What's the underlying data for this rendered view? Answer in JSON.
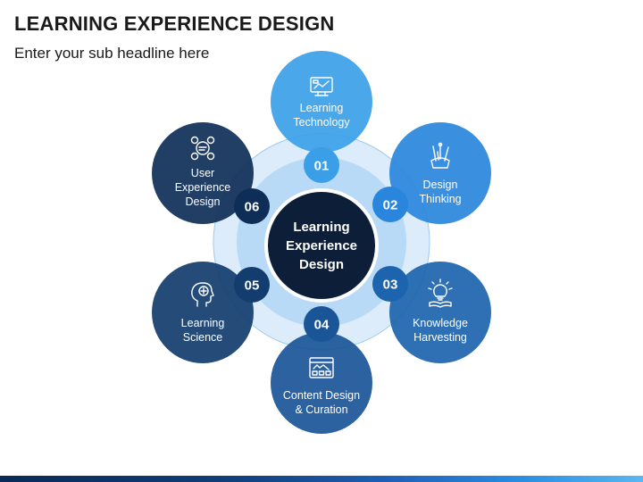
{
  "header": {
    "title": "LEARNING EXPERIENCE DESIGN",
    "subtitle": "Enter your sub headline here"
  },
  "center": {
    "lines": [
      "Learning",
      "Experience",
      "Design"
    ]
  },
  "nodes": [
    {
      "number": "01",
      "lines": [
        "Learning",
        "Technology"
      ],
      "icon": "monitor-chart-icon",
      "color": "#3b9fe8"
    },
    {
      "number": "02",
      "lines": [
        "Design",
        "Thinking"
      ],
      "icon": "pencil-cup-icon",
      "color": "#2a86dc"
    },
    {
      "number": "03",
      "lines": [
        "Knowledge",
        "Harvesting"
      ],
      "icon": "lightbulb-book-icon",
      "color": "#1c64ad"
    },
    {
      "number": "04",
      "lines": [
        "Content Design",
        "& Curation"
      ],
      "icon": "web-layout-icon",
      "color": "#1a5597"
    },
    {
      "number": "05",
      "lines": [
        "Learning",
        "Science"
      ],
      "icon": "head-brain-icon",
      "color": "#123d6e"
    },
    {
      "number": "06",
      "lines": [
        "User",
        "Experience",
        "Design"
      ],
      "icon": "ux-network-icon",
      "color": "#0e2e57"
    }
  ],
  "colors": {
    "ring_outer": "#dcecfb",
    "ring_inner": "#b8daf6",
    "center": "#0d1e38",
    "accent": "#2a86dc"
  }
}
